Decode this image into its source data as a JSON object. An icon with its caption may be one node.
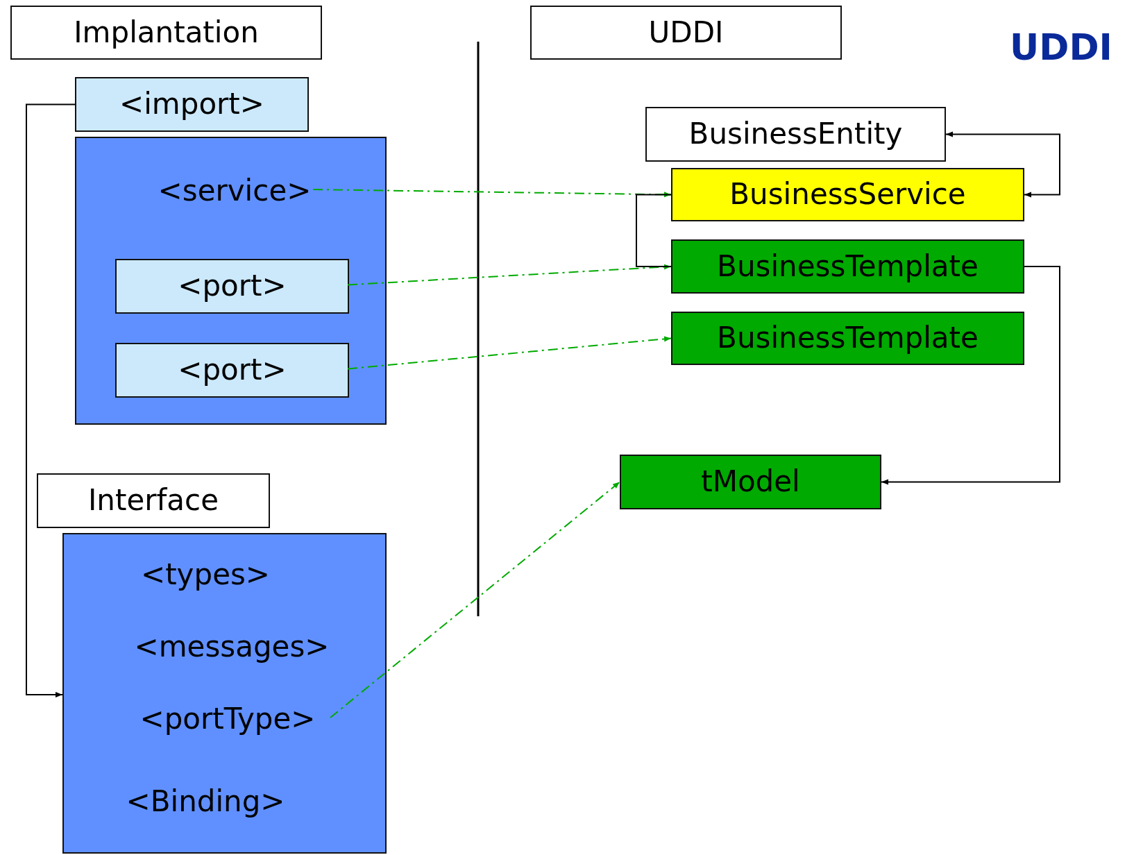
{
  "diagram": {
    "title": "UDDI",
    "nodes": [
      {
        "text": [
          "Implantation"
        ]
      },
      {
        "text": [
          "UDDI"
        ]
      },
      {
        "text": [
          "<import>"
        ]
      },
      {
        "text": [],
        "shape": "box"
      },
      {
        "text": [
          "<service>"
        ],
        "in": 3
      },
      {
        "text": [
          "<port>"
        ],
        "in": 3
      },
      {
        "text": [
          "<port>"
        ],
        "in": 3
      },
      {
        "text": [
          "Interface"
        ]
      },
      {
        "text": [
          "<types>",
          "<messages>",
          "<Binding>"
        ]
      },
      {
        "text": [
          "<portType>"
        ],
        "in": 8
      },
      {
        "text": [
          "BusinessEntity"
        ]
      },
      {
        "text": [
          "BusinessService"
        ]
      },
      {
        "text": [
          "BusinessTemplate"
        ]
      },
      {
        "text": [
          "BusinessTemplate"
        ]
      },
      {
        "text": [
          "tModel"
        ]
      }
    ],
    "edges": [
      {
        "from": 2,
        "to": 8,
        "arrow": "to"
      },
      {
        "from": 4,
        "to": 11,
        "arrow": "to",
        "style": "dashed",
        "color": "#00aa00"
      },
      {
        "from": 5,
        "to": 12,
        "arrow": "to",
        "style": "dashed",
        "color": "#00aa00"
      },
      {
        "from": 6,
        "to": 13,
        "arrow": "to",
        "style": "dashed",
        "color": "#00aa00"
      },
      {
        "from": 9,
        "to": 14,
        "arrow": "to",
        "style": "dashed",
        "color": "#00aa00"
      },
      {
        "from": 11,
        "to": 12,
        "arrow": "none"
      },
      {
        "from": 10,
        "to": 11,
        "arrow": "both"
      },
      {
        "from": 12,
        "to": 14,
        "arrow": "to"
      }
    ]
  }
}
